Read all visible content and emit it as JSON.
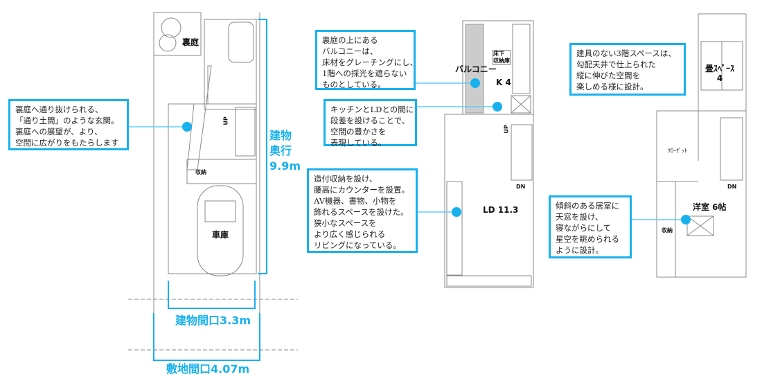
{
  "accent_color": "#18b1ee",
  "plan_line_color": "#888888",
  "floor1": {
    "rooms": {
      "yard": "裏庭",
      "entrance_up": "UP",
      "storage": "収納",
      "garage": "車庫"
    },
    "dimensions": {
      "depth": "建物\n奥行\n9.9m",
      "frontage": "建物間口3.3m",
      "site_frontage": "敷地間口4.07m"
    },
    "callout": "裏庭へ通り抜けられる、\n「通り土間」のような玄関。\n裏庭への展望が、より、\n空間に広がりをもたらします"
  },
  "floor2": {
    "rooms": {
      "balcony": "バルコニー",
      "underfloor": "床下\n収納庫",
      "kitchen": "K 4",
      "up": "UP",
      "dn": "DN",
      "ld": "LD 11.3"
    },
    "callouts": {
      "balcony": "裏庭の上にある\nバルコニーは、\n床材をグレーチングにし、\n1階への採光を遮らない\nものとしている。",
      "step": "キッチンとLDとの間に\n段差を設けることで、\n空間の豊かさを\n表現している。",
      "storage": "造付収納を設け、\n腰高にカウンターを設置。\nAV機器、書物、小物を\n飾れるスペースを設けた。\n狭小なスペースを\nより広く感じられる\nリビングになっている。"
    }
  },
  "floor3": {
    "rooms": {
      "tatami": "畳ｽﾍﾟｰｽ\n4",
      "closet": "ｸﾛｰｾﾞｯﾄ",
      "dn": "DN",
      "western": "洋室 6帖",
      "storage": "収納"
    },
    "callouts": {
      "space": "建具のない3階スペースは、\n勾配天井で仕上られた\n縦に伸びた空間を\n楽しめる様に設計。",
      "skylight": "傾斜のある居室に\n天窓を設け、\n寝ながらにして\n星空を眺められる\nように設計。"
    }
  }
}
